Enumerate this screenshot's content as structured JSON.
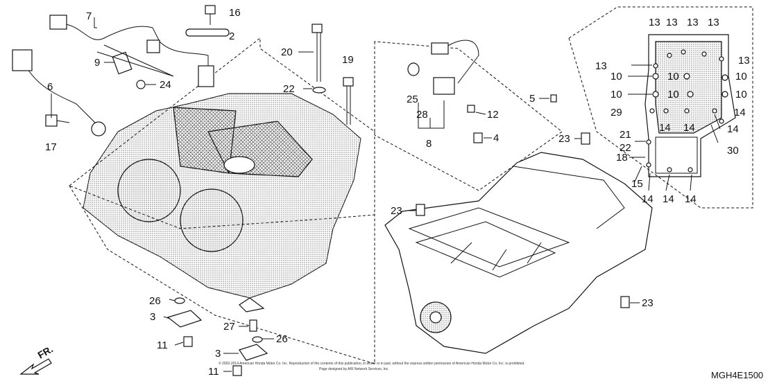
{
  "diagram": {
    "drawing_code": "MGH4E1500",
    "front_label": "FR.",
    "copyright": "© 2002-2014 American Honda Motor Co. Inc. Reproduction of the contents of this publication, in whole or in part, without the express written permission of American Honda Motor Co. Inc. is prohibited.",
    "copyright_line2": "Page designed by ARI Network Services, Inc.",
    "callouts": [
      "7",
      "16",
      "2",
      "9",
      "24",
      "6",
      "17",
      "20",
      "22",
      "19",
      "25",
      "28",
      "8",
      "12",
      "4",
      "5",
      "23",
      "21",
      "18",
      "15",
      "29",
      "30",
      "13",
      "10",
      "14",
      "26",
      "3",
      "11",
      "27"
    ]
  }
}
